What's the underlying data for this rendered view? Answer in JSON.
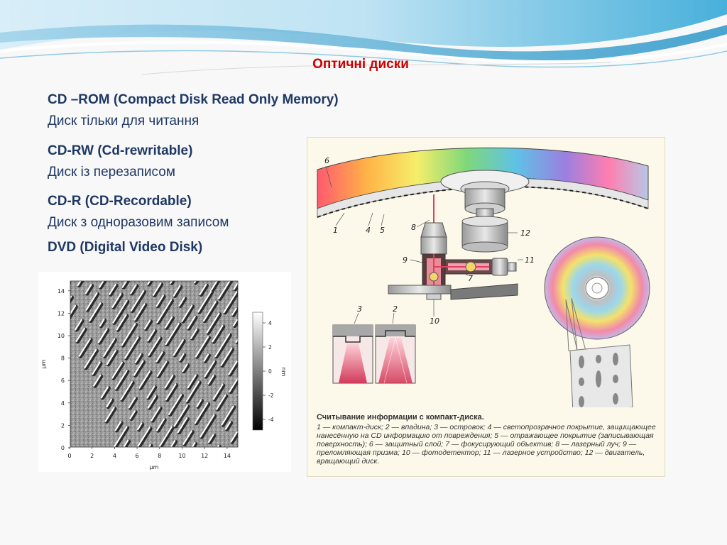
{
  "slide": {
    "title": "Оптичні диски",
    "items": [
      {
        "term": "CD –ROM (Compact Disk Read Only Memory)",
        "desc": "Диск тільки для читання"
      },
      {
        "term": "CD-RW (Cd-rewritable)",
        "desc": "Диск із перезаписом"
      },
      {
        "term": "CD-R (CD-Recordable)",
        "desc": "Диск з одноразовим записом"
      },
      {
        "term": "DVD (Digital Video Disk)",
        "desc": ""
      }
    ]
  },
  "afm_image": {
    "x_ticks": [
      "0",
      "2",
      "4",
      "6",
      "8",
      "10",
      "12",
      "14"
    ],
    "y_ticks": [
      "0",
      "2",
      "4",
      "6",
      "8",
      "10",
      "12",
      "14"
    ],
    "x_label": "µm",
    "y_label": "µm",
    "colorbar_ticks": [
      "4",
      "2",
      "0",
      "-2",
      "-4"
    ],
    "colorbar_label": "nm"
  },
  "diagram": {
    "part_labels": [
      "6",
      "1",
      "4",
      "5",
      "8",
      "12",
      "9",
      "7",
      "11",
      "3",
      "2",
      "10"
    ],
    "caption_title": "Считывание информации с компакт-диска.",
    "caption_text": "1 — компакт-диск; 2 — впадина; 3 — островок; 4 — светопрозрачное покрытие, защищающее нанесённую на CD информацию от повреждения; 5 — отражающее покрытие (записывающая поверхность); 6 — защитный слой; 7 — фокусирующий объектив; 8 — лазерный луч; 9 — преломляющая призма; 10 — фотодетектор; 11 — лазерное устройство; 12 — двигатель, вращающий диск."
  },
  "colors": {
    "title": "#cc0000",
    "text": "#1f3864",
    "wave_blue": "#3fa9d6",
    "laser": "#e0405a"
  }
}
